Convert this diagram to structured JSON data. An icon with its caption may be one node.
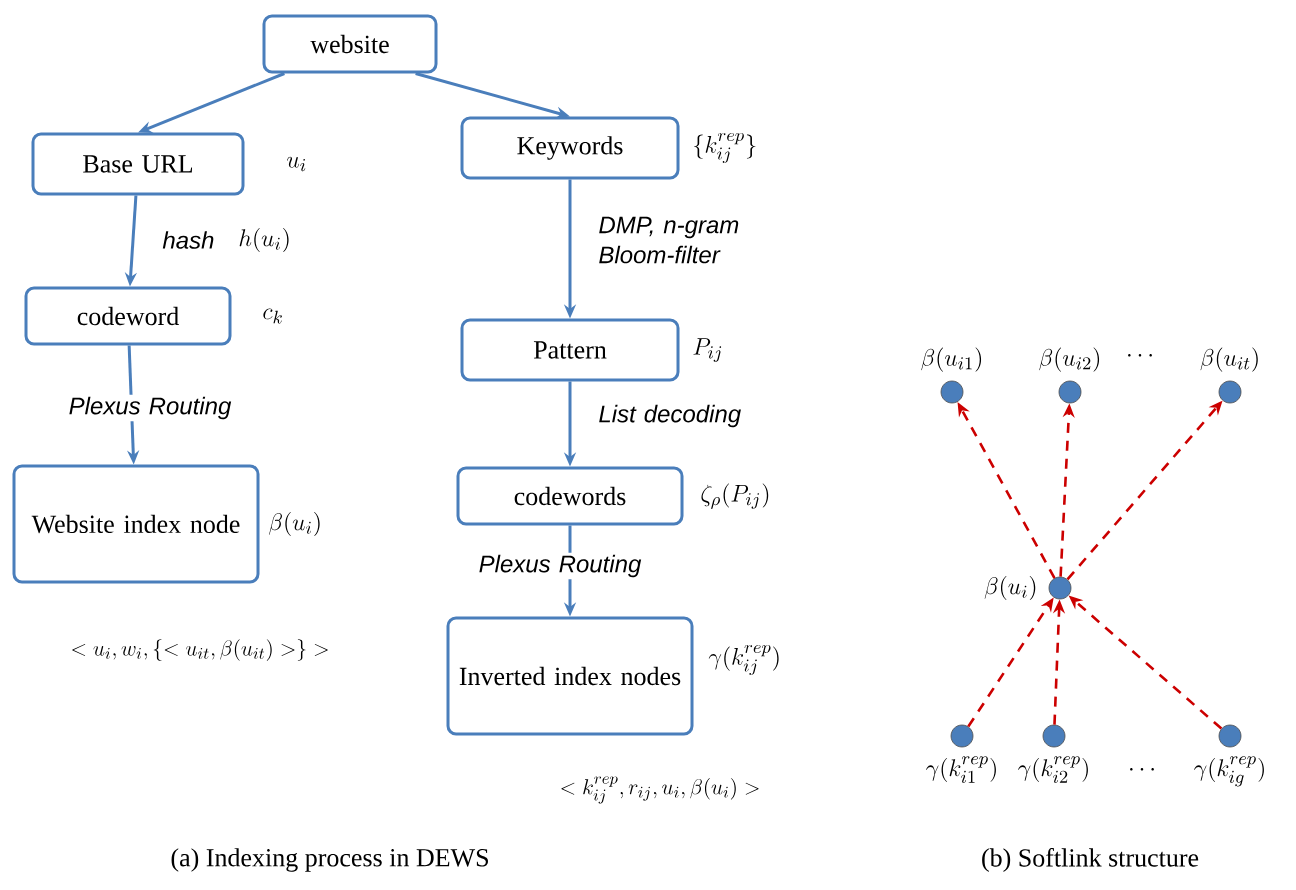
{
  "diagram": {
    "nodes": [
      {
        "text": [
          "website"
        ]
      },
      {
        "text": [
          "Base URL"
        ],
        "beside": [
          "u_i"
        ]
      },
      {
        "text": [
          "codeword"
        ],
        "beside": [
          "c_k"
        ]
      },
      {
        "text": [
          "Website index node"
        ],
        "beside": [
          "\\beta(u_i)"
        ]
      },
      {
        "text": [
          "Keywords"
        ],
        "beside": [
          "\\{k_{ij}^{rep}\\}"
        ]
      },
      {
        "text": [
          "Pattern"
        ],
        "beside": [
          "P_{ij}"
        ]
      },
      {
        "text": [
          "codewords"
        ],
        "beside": [
          "\\zeta_\\rho(P_{ij})"
        ]
      },
      {
        "text": [
          "Inverted index nodes"
        ],
        "beside": [
          "\\gamma(k_{ij}^{rep})"
        ]
      },
      {
        "text": [],
        "shape": "circle",
        "beside": [
          "\\beta(u_{i1})"
        ]
      },
      {
        "text": [],
        "shape": "circle",
        "beside": [
          "\\beta(u_{i2})"
        ]
      },
      {
        "text": [],
        "shape": "circle",
        "beside": [
          "\\beta(u_{it})"
        ]
      },
      {
        "text": [],
        "shape": "circle",
        "beside": [
          "\\beta(u_i)"
        ]
      },
      {
        "text": [],
        "shape": "circle",
        "beside": [
          "\\gamma(k_{i1}^{rep})"
        ]
      },
      {
        "text": [],
        "shape": "circle",
        "beside": [
          "\\gamma(k_{i2}^{rep})"
        ]
      },
      {
        "text": [],
        "shape": "circle",
        "beside": [
          "\\gamma(k_{ig}^{rep})"
        ]
      }
    ],
    "edges": [
      {
        "from": 0,
        "to": 1,
        "arrow": "to"
      },
      {
        "from": 0,
        "to": 4,
        "arrow": "to"
      },
      {
        "from": 1,
        "to": 2,
        "arrow": "to",
        "label": "hash"
      },
      {
        "from": 2,
        "to": 3,
        "arrow": "to",
        "label": "Plexus Routing"
      },
      {
        "from": 4,
        "to": 5,
        "arrow": "to",
        "label": "DMP, n-gram Bloom-filter"
      },
      {
        "from": 5,
        "to": 6,
        "arrow": "to",
        "label": "List decoding"
      },
      {
        "from": 6,
        "to": 7,
        "arrow": "to",
        "label": "Plexus Routing"
      },
      {
        "from": 11,
        "to": 8,
        "arrow": "to",
        "style": "dashed",
        "color": "#cc0000"
      },
      {
        "from": 11,
        "to": 9,
        "arrow": "to",
        "style": "dashed",
        "color": "#cc0000"
      },
      {
        "from": 11,
        "to": 10,
        "arrow": "to",
        "style": "dashed",
        "color": "#cc0000"
      },
      {
        "from": 12,
        "to": 11,
        "arrow": "to",
        "style": "dashed",
        "color": "#cc0000"
      },
      {
        "from": 13,
        "to": 11,
        "arrow": "to",
        "style": "dashed",
        "color": "#cc0000"
      },
      {
        "from": 14,
        "to": 11,
        "arrow": "to",
        "style": "dashed",
        "color": "#cc0000"
      }
    ],
    "labels": [
      "h(u_i)",
      "<u_i, w_i, \\{<u_{it}, \\beta(u_{it})>\\}>",
      "<k_{ij}^{rep}, r_{ij}, u_i, \\beta(u_i)>",
      "\\cdots",
      "\\cdots",
      "(a) Indexing process in DEWS",
      "(b) Softlink structure"
    ]
  }
}
